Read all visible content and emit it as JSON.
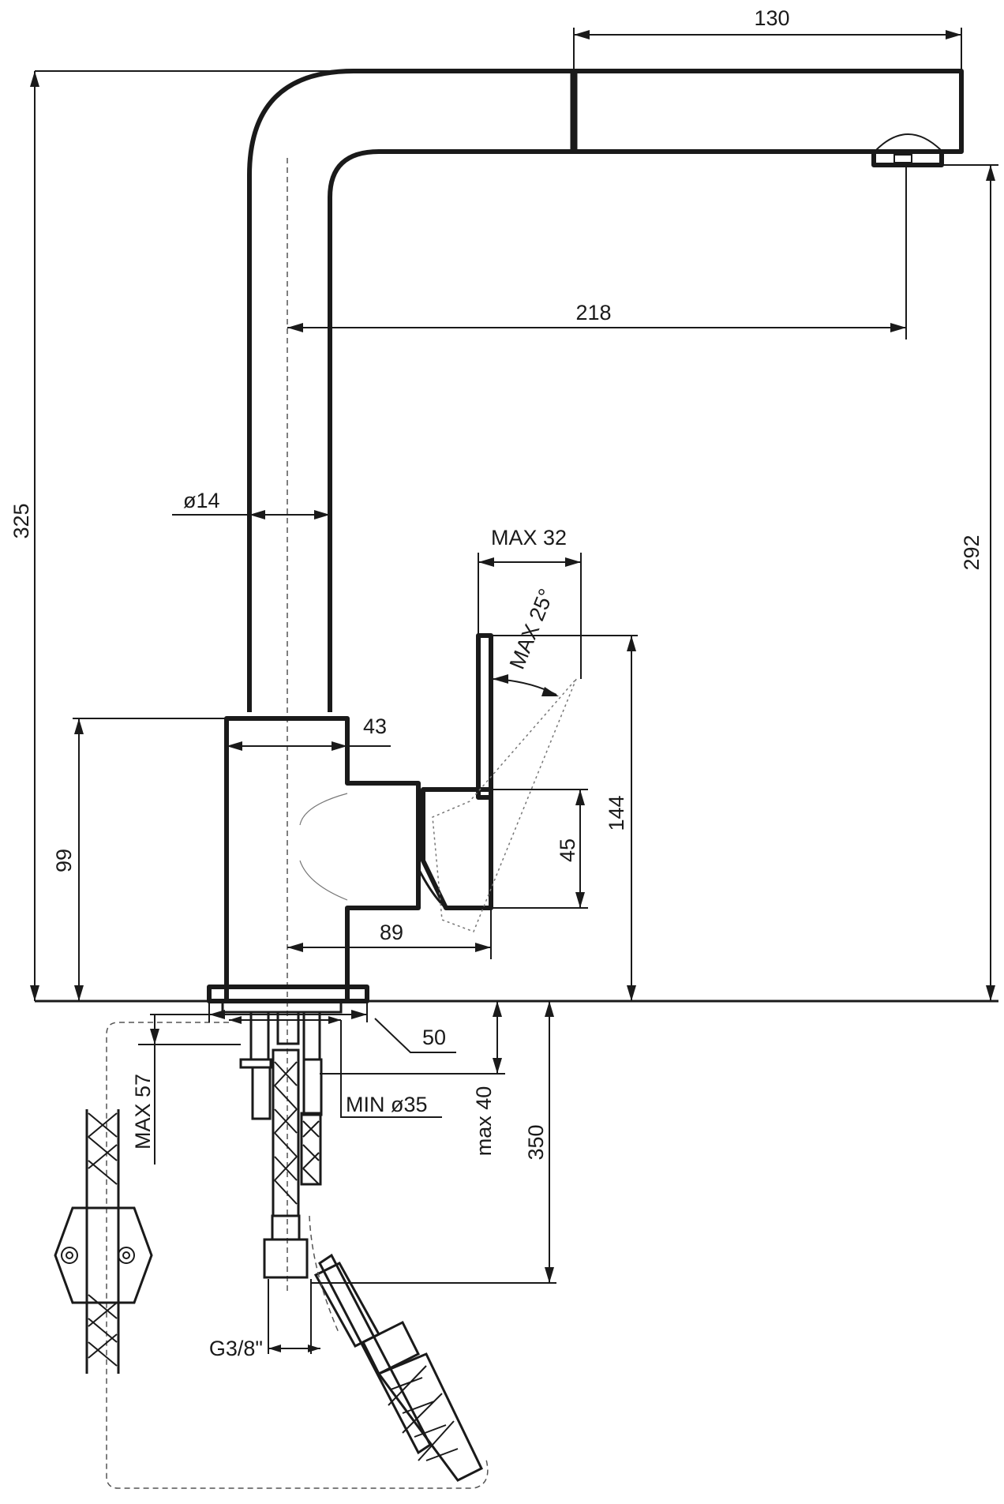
{
  "drawing": {
    "title": "Kitchen faucet technical drawing",
    "dimensions": {
      "spout_length": "130",
      "spout_reach": "218",
      "total_height": "325",
      "outlet_height": "292",
      "pipe_diameter": "ø14",
      "lever_travel": "MAX 32",
      "lever_angle": "MAX 25°",
      "body_width": "43",
      "lever_height": "144",
      "body_height": "99",
      "handle_height": "45",
      "lever_reach": "89",
      "base_diameter": "50",
      "deck_thickness": "MAX 57",
      "hole_diameter": "MIN ø35",
      "mount_depth": "max 40",
      "hose_length": "350",
      "thread": "G3/8\""
    }
  }
}
